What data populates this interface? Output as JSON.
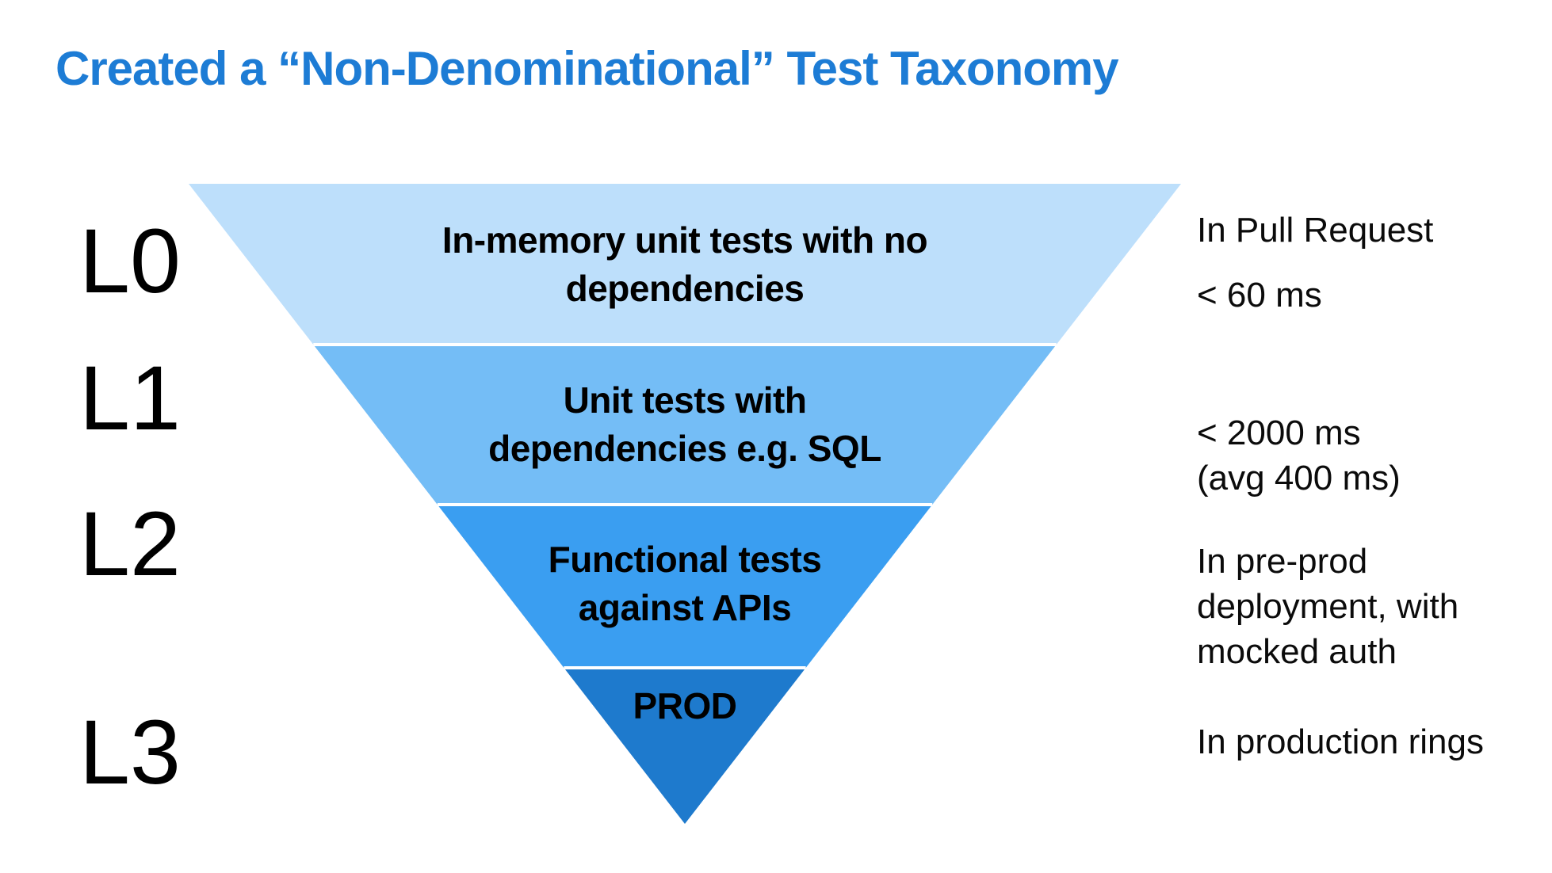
{
  "title": {
    "text": "Created a “Non-Denominational” Test Taxonomy"
  },
  "colors": {
    "title": "#1D7CD5",
    "separator": "#FFFFFF",
    "band_text": "#000000",
    "annotation_text": "#0B0B0B"
  },
  "funnel": {
    "type": "inverted-pyramid",
    "layers": [
      {
        "label": "L0",
        "color": "#BDDFFB",
        "text_lines": [
          "In-memory unit tests with no",
          "dependencies"
        ],
        "annotations": [
          {
            "lines": [
              "In Pull Request"
            ]
          },
          {
            "lines": [
              "< 60 ms"
            ]
          }
        ]
      },
      {
        "label": "L1",
        "color": "#74BDF6",
        "text_lines": [
          "Unit tests with",
          "dependencies e.g. SQL"
        ],
        "annotations": [
          {
            "lines": [
              "< 2000 ms",
              "(avg 400 ms)"
            ]
          }
        ]
      },
      {
        "label": "L2",
        "color": "#3A9EF1",
        "text_lines": [
          "Functional tests",
          "against APIs"
        ],
        "annotations": [
          {
            "lines": [
              "In pre-prod",
              "deployment, with",
              "mocked auth"
            ]
          }
        ]
      },
      {
        "label": "L3",
        "color": "#1E7ACD",
        "text_lines": [
          "PROD"
        ],
        "annotations": [
          {
            "lines": [
              "In production rings"
            ]
          }
        ]
      }
    ]
  }
}
